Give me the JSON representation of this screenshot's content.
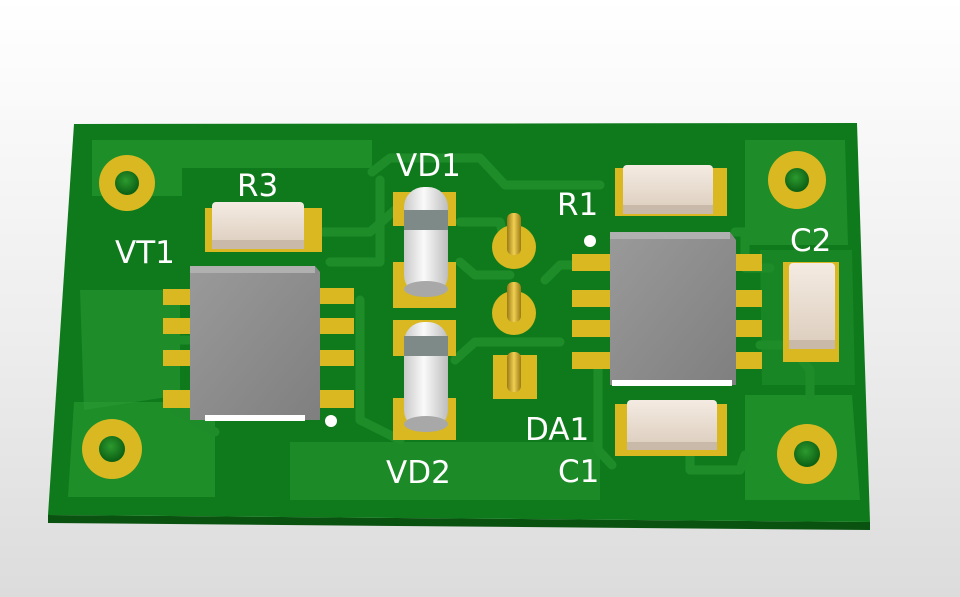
{
  "board": {
    "colors": {
      "substrate": "#0f7a1c",
      "substrate_edge": "#08420d",
      "copper_fill": "#2b9e35",
      "trace": "#1f8c2a",
      "pad_gold": "#d9b821",
      "silkscreen": "#ffffff",
      "chip_body": "#8e8e8e",
      "passive_body": "#ecdfd2",
      "diode_body": "#eaeaea",
      "diode_band": "#7e8a88"
    },
    "labels": {
      "vt1": "VT1",
      "r3": "R3",
      "vd1": "VD1",
      "vd2": "VD2",
      "r1": "R1",
      "c2": "C2",
      "da1": "DA1",
      "c1": "C1"
    },
    "components": [
      {
        "ref": "VT1",
        "kind": "ic-8-pin",
        "icon": "soic-chip-icon"
      },
      {
        "ref": "R3",
        "kind": "smd-resistor",
        "icon": "resistor-icon"
      },
      {
        "ref": "VD1",
        "kind": "melf-diode",
        "icon": "diode-icon"
      },
      {
        "ref": "VD2",
        "kind": "melf-diode",
        "icon": "diode-icon"
      },
      {
        "ref": "R1",
        "kind": "smd-resistor",
        "icon": "resistor-icon"
      },
      {
        "ref": "C2",
        "kind": "smd-capacitor",
        "icon": "capacitor-icon"
      },
      {
        "ref": "DA1",
        "kind": "ic-8-pin",
        "icon": "soic-chip-icon"
      },
      {
        "ref": "C1",
        "kind": "smd-capacitor",
        "icon": "capacitor-icon"
      },
      {
        "ref": "pins",
        "kind": "header-3-pin",
        "icon": "header-pin-icon"
      },
      {
        "ref": "holes",
        "kind": "mounting-hole",
        "icon": "mounting-hole-icon"
      }
    ]
  }
}
